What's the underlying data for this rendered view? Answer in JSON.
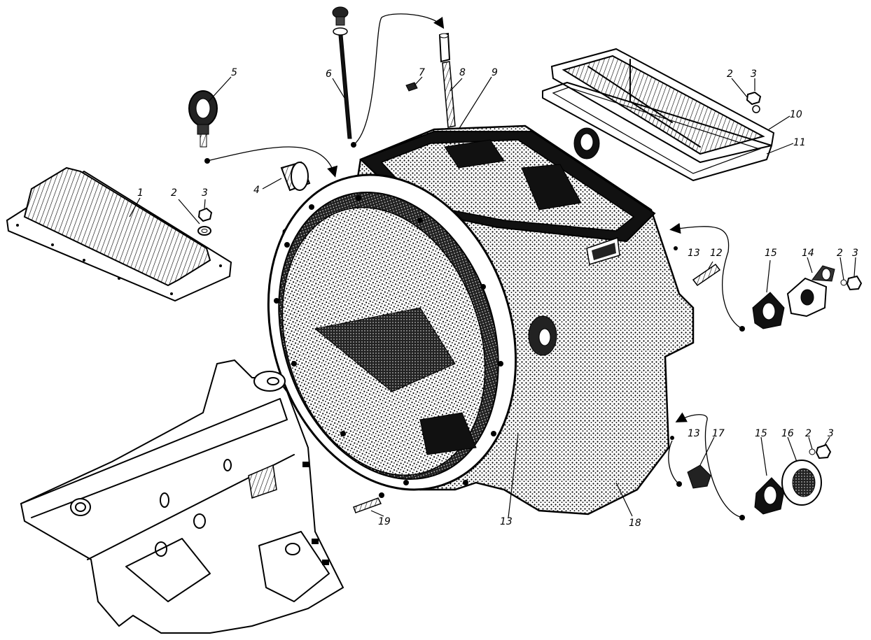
{
  "callouts": [
    {
      "id": "c1",
      "text": "1"
    },
    {
      "id": "c2a",
      "text": "2"
    },
    {
      "id": "c3a",
      "text": "3"
    },
    {
      "id": "c4",
      "text": "4"
    },
    {
      "id": "c5",
      "text": "5"
    },
    {
      "id": "c6",
      "text": "6"
    },
    {
      "id": "c7",
      "text": "7"
    },
    {
      "id": "c8",
      "text": "8"
    },
    {
      "id": "c9",
      "text": "9"
    },
    {
      "id": "c2b",
      "text": "2"
    },
    {
      "id": "c3b",
      "text": "3"
    },
    {
      "id": "c10",
      "text": "10"
    },
    {
      "id": "c11",
      "text": "11"
    },
    {
      "id": "c13a",
      "text": "13"
    },
    {
      "id": "c12",
      "text": "12"
    },
    {
      "id": "c15a",
      "text": "15"
    },
    {
      "id": "c14",
      "text": "14"
    },
    {
      "id": "c2c",
      "text": "2"
    },
    {
      "id": "c3c",
      "text": "3"
    },
    {
      "id": "c13b",
      "text": "13"
    },
    {
      "id": "c17",
      "text": "17"
    },
    {
      "id": "c15b",
      "text": "15"
    },
    {
      "id": "c16",
      "text": "16"
    },
    {
      "id": "c2d",
      "text": "2"
    },
    {
      "id": "c3d",
      "text": "3"
    },
    {
      "id": "c19",
      "text": "19"
    },
    {
      "id": "c13c",
      "text": "13"
    },
    {
      "id": "c18",
      "text": "18"
    }
  ],
  "colors": {
    "ink": "#000000",
    "paper": "#ffffff",
    "shade": "#1a1a1a"
  }
}
